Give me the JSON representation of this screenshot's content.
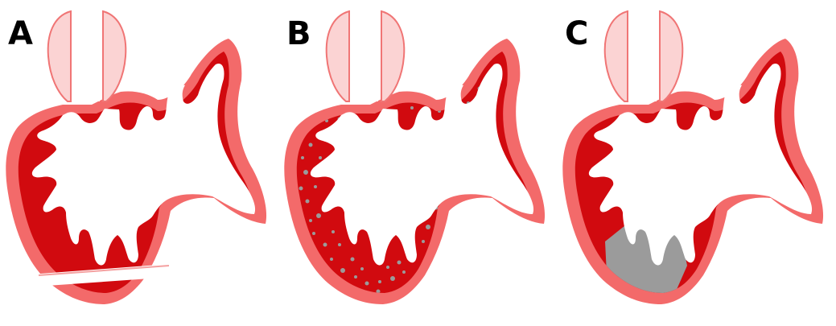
{
  "panels": [
    {
      "label": "A"
    },
    {
      "label": "B"
    },
    {
      "label": "C"
    }
  ],
  "colors": {
    "myocardium": "#D10A0F",
    "epicardium": "#F36A6A",
    "valve": "#FBD3D3",
    "valve_edge": "#F07575",
    "fibrosis": "#9B9B9B",
    "lumen": "#FFFFFF"
  }
}
